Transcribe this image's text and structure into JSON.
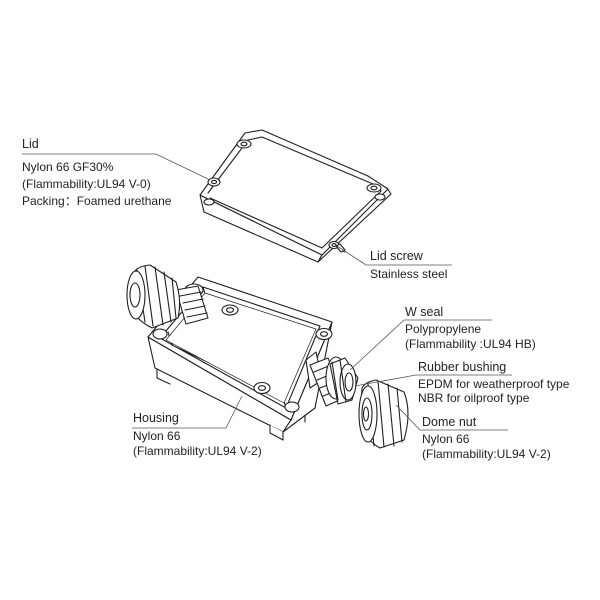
{
  "callouts": {
    "lid": {
      "name": "Lid",
      "material": "Nylon 66 GF30%",
      "flammability": "(Flammability:UL94 V-0)",
      "packing": "Packing：Foamed urethane"
    },
    "lid_screw": {
      "name": "Lid screw",
      "material": "Stainless steel"
    },
    "w_seal": {
      "name": "W seal",
      "material": "Polypropylene",
      "flammability": "(Flammability :UL94 HB)"
    },
    "rubber_bushing": {
      "name": "Rubber bushing",
      "weatherproof": "EPDM for weatherproof type",
      "oilproof": "NBR for oilproof type"
    },
    "housing": {
      "name": "Housing",
      "material": "Nylon 66",
      "flammability": "(Flammability:UL94 V-2)"
    },
    "dome_nut": {
      "name": "Dome nut",
      "material": "Nylon 66",
      "flammability": "(Flammability:UL94 V-2)"
    }
  },
  "colors": {
    "line": "#231f20",
    "leader": "#555555",
    "fill": "#ffffff"
  }
}
